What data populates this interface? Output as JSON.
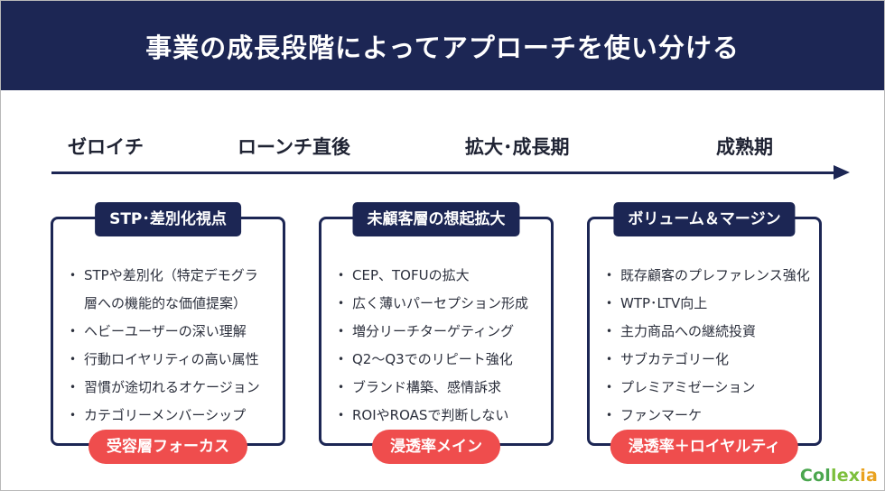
{
  "title": "事業の成長段階によってアプローチを使い分ける",
  "phases": [
    "ゼロイチ",
    "ローンチ直後",
    "拡大･成長期",
    "成熟期"
  ],
  "cards": [
    {
      "title": "STP･差別化視点",
      "items": [
        [
          "STPや差別化（特定デモグラ",
          "層への機能的な価値提案）"
        ],
        [
          "ヘビーユーザーの深い理解"
        ],
        [
          "行動ロイヤリティの高い属性"
        ],
        [
          "習慣が途切れるオケージョン"
        ],
        [
          "カテゴリーメンバーシップ"
        ]
      ],
      "badge": "受容層フォーカス"
    },
    {
      "title": "未顧客層の想起拡大",
      "items": [
        [
          "CEP、TOFUの拡大"
        ],
        [
          "広く薄いパーセプション形成"
        ],
        [
          "増分リーチターゲティング"
        ],
        [
          "Q2～Q3でのリピート強化"
        ],
        [
          "ブランド構築、感情訴求"
        ],
        [
          "ROIやROASで判断しない"
        ]
      ],
      "badge": "浸透率メイン"
    },
    {
      "title": "ボリューム＆マージン",
      "items": [
        [
          "既存顧客のプレファレンス強化"
        ],
        [
          "WTP･LTV向上"
        ],
        [
          "主力商品への継続投資"
        ],
        [
          "サブカテゴリー化"
        ],
        [
          "プレミアミゼーション"
        ],
        [
          "ファンマーケ"
        ]
      ],
      "badge": "浸透率＋ロイヤルティ"
    }
  ],
  "logo": {
    "part1": "Col",
    "part2": "lex",
    "part3": "ia"
  },
  "colors": {
    "navy": "#1c2654",
    "accent_red": "#ef4d4d",
    "logo_green": "#4aa64e",
    "logo_lime": "#7dbf3c",
    "logo_orange": "#e9a21f"
  }
}
